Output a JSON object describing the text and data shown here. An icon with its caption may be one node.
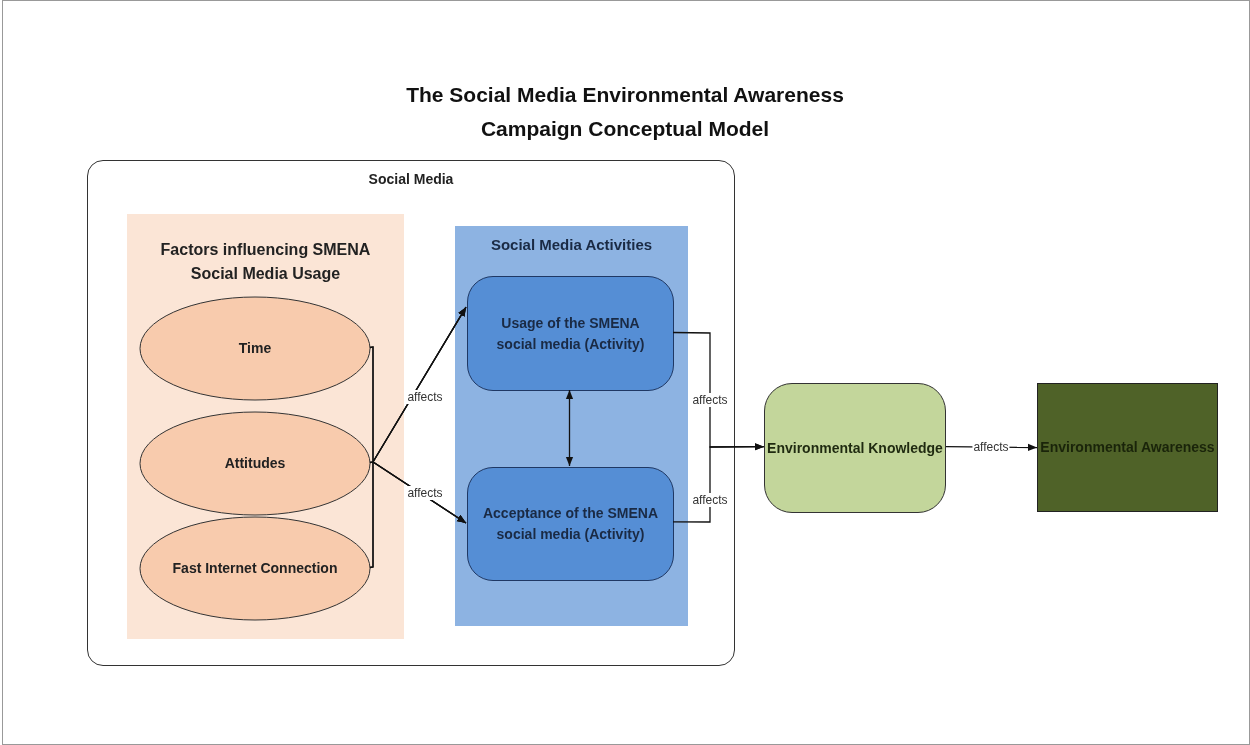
{
  "diagram": {
    "title": "The Social Media Environmental Awareness Campaign Conceptual Model",
    "nodes": [
      {
        "text": [
          "Social Media"
        ]
      },
      {
        "text": [
          "Factors influencing SMENA Social Media Usage"
        ],
        "in": 0
      },
      {
        "text": [
          "Time"
        ],
        "in": 1
      },
      {
        "text": [
          "Attitudes"
        ],
        "in": 1
      },
      {
        "text": [
          "Fast Internet Connection"
        ],
        "in": 1
      },
      {
        "text": [
          "Social Media Activities"
        ],
        "in": 0
      },
      {
        "text": [
          "Usage of the SMENA social media (Activity)"
        ],
        "in": 5
      },
      {
        "text": [
          "Acceptance of the SMENA social media (Activity)"
        ],
        "in": 5
      },
      {
        "text": [
          "Environmental Knowledge"
        ]
      },
      {
        "text": [
          "Environmental Awareness"
        ]
      }
    ],
    "edges": [
      {
        "from": 2,
        "to": 6,
        "arrow": "to"
      },
      {
        "from": 3,
        "to": 6,
        "arrow": "to",
        "label": "affects"
      },
      {
        "from": 4,
        "to": 6,
        "arrow": "to"
      },
      {
        "from": 2,
        "to": 7,
        "arrow": "to"
      },
      {
        "from": 3,
        "to": 7,
        "arrow": "to",
        "label": "affects"
      },
      {
        "from": 4,
        "to": 7,
        "arrow": "to"
      },
      {
        "from": 6,
        "to": 7,
        "arrow": "both"
      },
      {
        "from": 6,
        "to": 8,
        "arrow": "to",
        "label": "affects"
      },
      {
        "from": 7,
        "to": 8,
        "arrow": "to",
        "label": "affects"
      },
      {
        "from": 8,
        "to": 9,
        "arrow": "to",
        "label": "affects"
      }
    ]
  }
}
